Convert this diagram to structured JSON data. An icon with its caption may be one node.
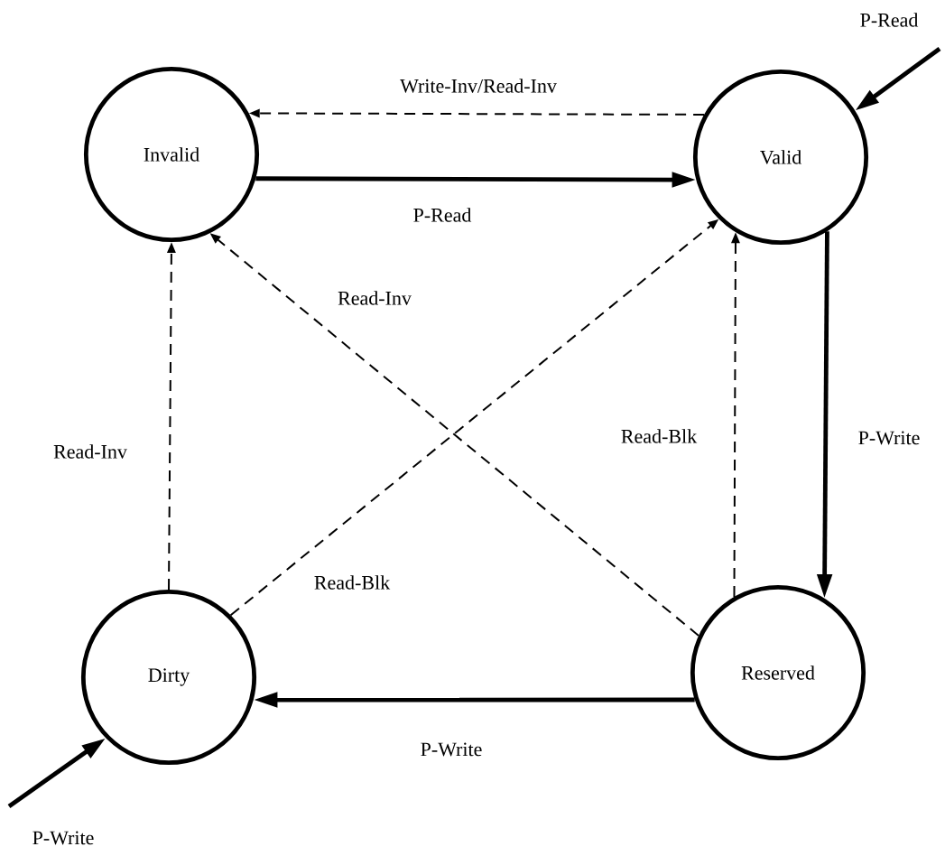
{
  "diagram": {
    "nodes": [
      {
        "text": [
          "Invalid"
        ]
      },
      {
        "text": [
          "Valid"
        ]
      },
      {
        "text": [
          "Dirty"
        ]
      },
      {
        "text": [
          "Reserved"
        ]
      }
    ],
    "edges": [
      {
        "from": 1,
        "to": 0,
        "arrow": "to",
        "style": "dashed",
        "label": "Write-Inv/Read-Inv"
      },
      {
        "from": 0,
        "to": 1,
        "arrow": "to",
        "style": "thick",
        "label": "P-Read"
      },
      {
        "from": 3,
        "to": 0,
        "arrow": "to",
        "style": "dashed",
        "label": "Read-Inv"
      },
      {
        "from": 2,
        "to": 0,
        "arrow": "to",
        "style": "dashed",
        "label": "Read-Inv"
      },
      {
        "from": 3,
        "to": 1,
        "arrow": "to",
        "style": "dashed",
        "label": "Read-Blk"
      },
      {
        "from": 1,
        "to": 3,
        "arrow": "to",
        "style": "thick",
        "label": "P-Write"
      },
      {
        "from": 2,
        "to": 1,
        "arrow": "to",
        "style": "dashed",
        "label": "Read-Blk"
      },
      {
        "from": 3,
        "to": 2,
        "arrow": "to",
        "style": "thick",
        "label": "P-Write"
      },
      {
        "from": null,
        "to": 1,
        "arrow": "to",
        "style": "thick",
        "label": "P-Read"
      },
      {
        "from": null,
        "to": 2,
        "arrow": "to",
        "style": "thick",
        "label": "P-Write"
      }
    ]
  }
}
